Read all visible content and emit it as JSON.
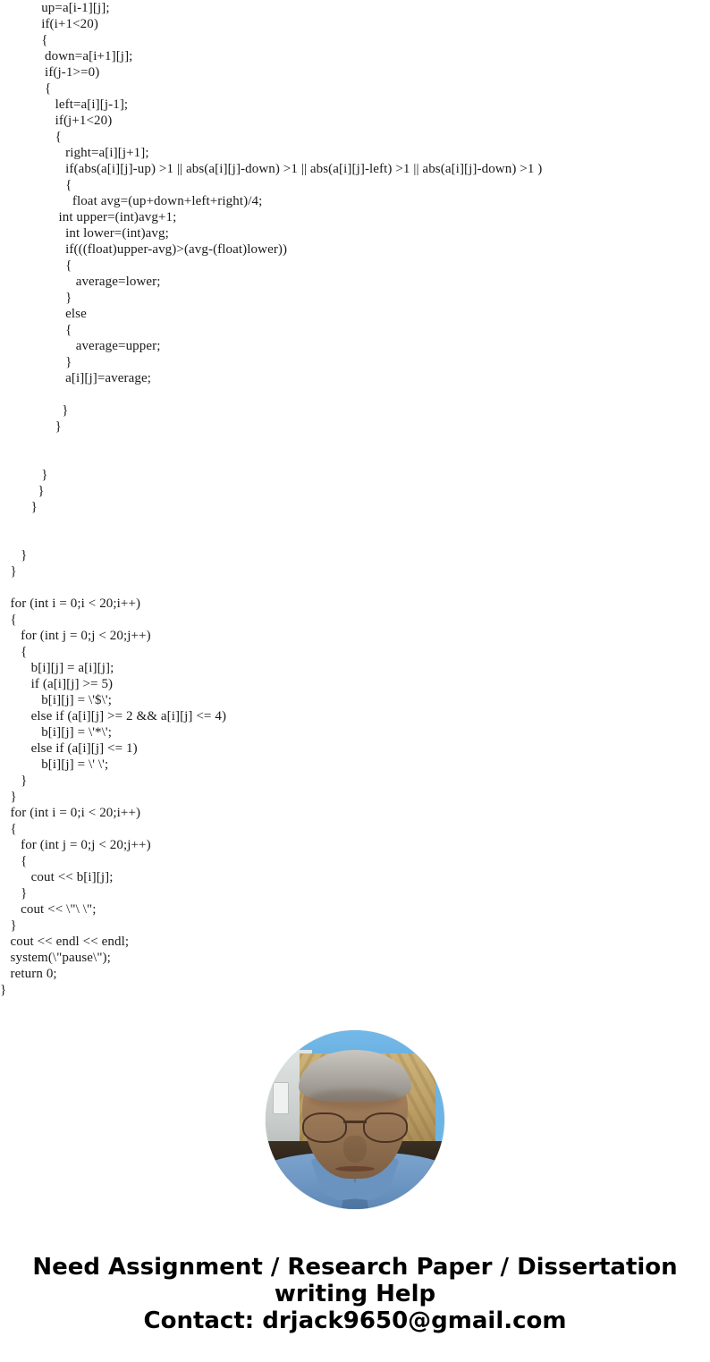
{
  "document": {
    "background_color": "#ffffff",
    "text_color": "#1a1a1a"
  },
  "code": {
    "language": "C++",
    "lines": [
      "            up=a[i-1][j];",
      "            if(i+1<20)",
      "            {",
      "             down=a[i+1][j];",
      "             if(j-1>=0)",
      "             {",
      "                left=a[i][j-1];",
      "                if(j+1<20)",
      "                {",
      "                   right=a[i][j+1];",
      "                   if(abs(a[i][j]-up) >1 || abs(a[i][j]-down) >1 || abs(a[i][j]-left) >1 || abs(a[i][j]-down) >1 )",
      "                   {",
      "                     float avg=(up+down+left+right)/4;",
      "                 int upper=(int)avg+1;",
      "                   int lower=(int)avg;",
      "                   if(((float)upper-avg)>(avg-(float)lower))",
      "                   {",
      "                      average=lower;",
      "                   }",
      "                   else",
      "                   {",
      "                      average=upper;",
      "                   }",
      "                   a[i][j]=average;",
      "",
      "                  }",
      "                }",
      "",
      "",
      "            }",
      "           }",
      "         }",
      "",
      "",
      "      }",
      "   }",
      "",
      "   for (int i = 0;i < 20;i++)",
      "   {",
      "      for (int j = 0;j < 20;j++)",
      "      {",
      "         b[i][j] = a[i][j];",
      "         if (a[i][j] >= 5)",
      "            b[i][j] = \\'$\\';",
      "         else if (a[i][j] >= 2 && a[i][j] <= 4)",
      "            b[i][j] = \\'*\\';",
      "         else if (a[i][j] <= 1)",
      "            b[i][j] = \\' \\';",
      "      }",
      "   }",
      "   for (int i = 0;i < 20;i++)",
      "   {",
      "      for (int j = 0;j < 20;j++)",
      "      {",
      "         cout << b[i][j];",
      "      }",
      "      cout << \\\"\\ \\\";",
      "   }",
      "   cout << endl << endl;",
      "   system(\\\"pause\\\");",
      "   return 0;",
      "}"
    ]
  },
  "avatar": {
    "alt": "portrait photo of a man with glasses wearing a blue shirt",
    "shape": "circle",
    "colors": {
      "sky": "#6cb4e4",
      "wood_panel": "#b99c63",
      "wall": "#c8cdcb",
      "shirt": "#6d96c3",
      "skin": "#9d7a58",
      "hair": "#a8a49d",
      "glasses": "#4a3322"
    }
  },
  "footer": {
    "headline_line_1": "Need Assignment / Research Paper / Dissertation",
    "headline_line_2": "writing Help",
    "contact_line": "Contact: drjack9650@gmail.com",
    "email": "drjack9650@gmail.com",
    "text_color": "#000000"
  }
}
